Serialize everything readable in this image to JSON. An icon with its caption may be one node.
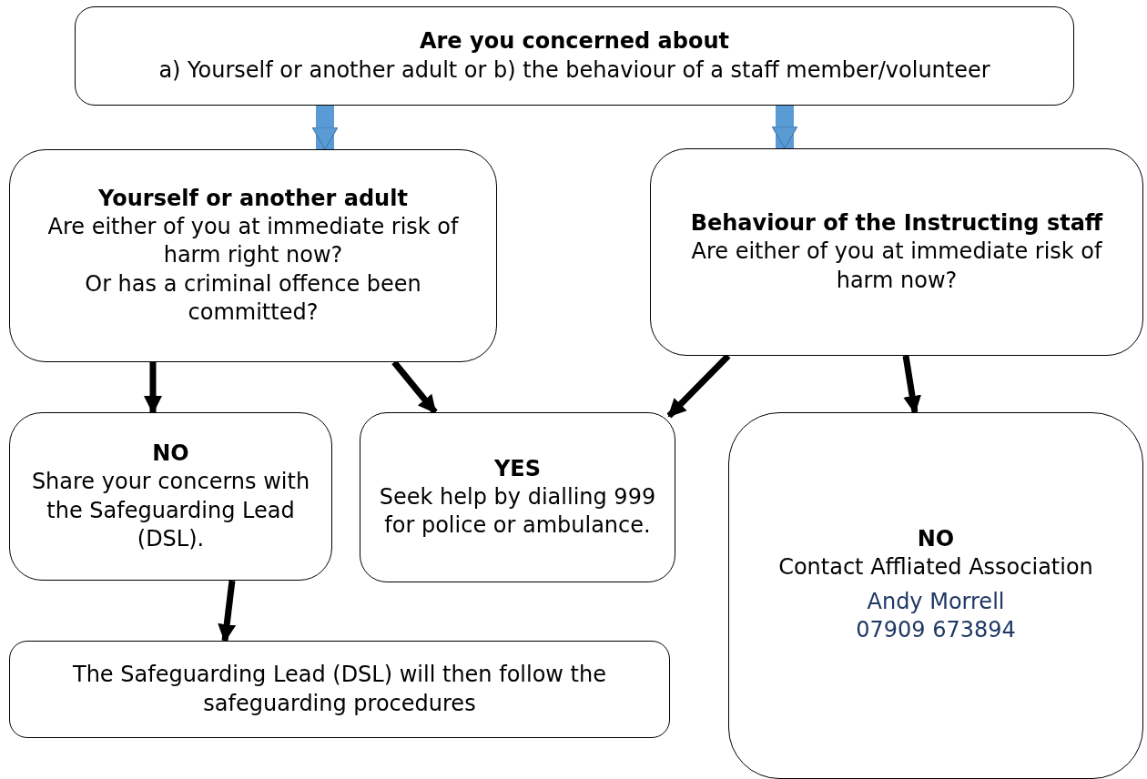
{
  "diagram": {
    "nodes": [
      {
        "text": [
          "Are you concerned about",
          "a) Yourself or another adult or   b) the behaviour of a staff member/volunteer"
        ]
      },
      {
        "text": [
          "Yourself or another adult",
          "Are either of you at immediate risk of harm right now?",
          "Or has a criminal offence been committed?"
        ]
      },
      {
        "text": [
          "Behaviour of the Instructing staff",
          "Are either of you at immediate risk of harm now?"
        ]
      },
      {
        "text": [
          "NO",
          "Share your concerns with the Safeguarding Lead (DSL)."
        ]
      },
      {
        "text": [
          "YES",
          "Seek help by dialling 999 for police or ambulance."
        ]
      },
      {
        "text": [
          "NO",
          "Contact Affliated Association",
          "Andy Morrell",
          "07909 673894"
        ]
      },
      {
        "text": [
          "The Safeguarding Lead (DSL) will then follow the safeguarding procedures"
        ]
      }
    ],
    "edges": [
      {
        "from": 0,
        "to": 1,
        "arrow": "to",
        "style": "thick",
        "color": "#5b9bd5"
      },
      {
        "from": 0,
        "to": 2,
        "arrow": "to",
        "style": "thick",
        "color": "#5b9bd5"
      },
      {
        "from": 1,
        "to": 3,
        "arrow": "to"
      },
      {
        "from": 1,
        "to": 4,
        "arrow": "to"
      },
      {
        "from": 2,
        "to": 4,
        "arrow": "to"
      },
      {
        "from": 2,
        "to": 5,
        "arrow": "to"
      },
      {
        "from": 3,
        "to": 6,
        "arrow": "to"
      }
    ]
  }
}
